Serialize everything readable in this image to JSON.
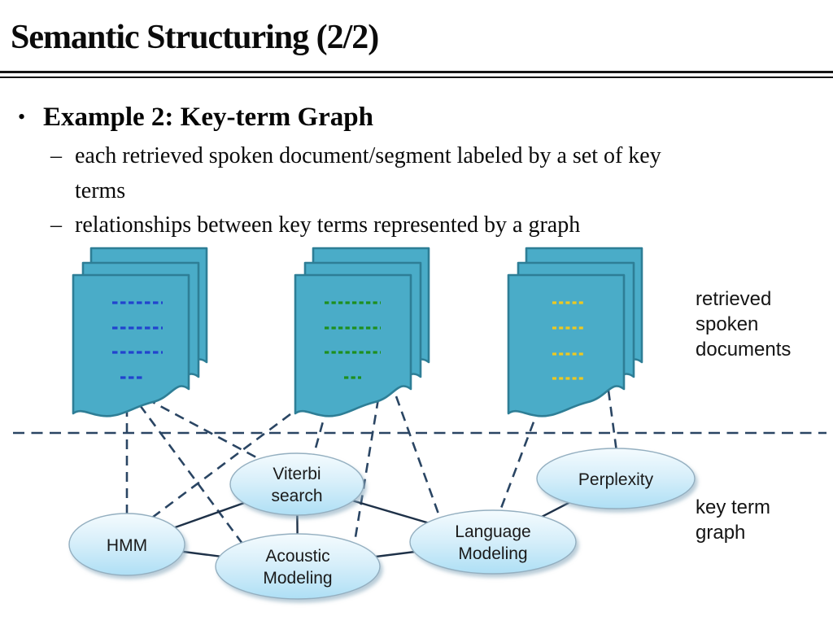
{
  "slide": {
    "title": "Semantic Structuring (2/2)",
    "bullets": {
      "marker": "•",
      "heading": "Example 2: Key-term Graph",
      "sub_marker": "–",
      "items": [
        "each retrieved spoken document/segment labeled by a set of key\nterms",
        "relationships between key terms represented by a graph"
      ]
    }
  },
  "diagram": {
    "side_labels": {
      "documents": "retrieved\nspoken\ndocuments",
      "graph": "key term\ngraph"
    },
    "document_stacks": [
      {
        "id": "doc-1",
        "pages": 3,
        "keyterm_line_color": "#2243CE",
        "keyterm_rows": 4
      },
      {
        "id": "doc-2",
        "pages": 3,
        "keyterm_line_color": "#1E8F1E",
        "keyterm_rows": 4
      },
      {
        "id": "doc-3",
        "pages": 3,
        "keyterm_line_color": "#EEC920",
        "keyterm_rows": 4
      }
    ],
    "nodes": {
      "hmm": {
        "label": "HMM"
      },
      "viterbi": {
        "line1": "Viterbi",
        "line2": "search"
      },
      "acoustic": {
        "line1": "Acoustic",
        "line2": "Modeling"
      },
      "language": {
        "line1": "Language",
        "line2": "Modeling"
      },
      "perplexity": {
        "label": "Perplexity"
      }
    },
    "doc_to_term_edges": [
      [
        "doc-1",
        "HMM"
      ],
      [
        "doc-1",
        "Viterbi search"
      ],
      [
        "doc-1",
        "Acoustic Modeling"
      ],
      [
        "doc-2",
        "HMM"
      ],
      [
        "doc-2",
        "Viterbi search"
      ],
      [
        "doc-2",
        "Acoustic Modeling"
      ],
      [
        "doc-2",
        "Language Modeling"
      ],
      [
        "doc-3",
        "Language Modeling"
      ],
      [
        "doc-3",
        "Perplexity"
      ]
    ],
    "term_to_term_edges": [
      [
        "HMM",
        "Viterbi search"
      ],
      [
        "HMM",
        "Acoustic Modeling"
      ],
      [
        "Viterbi search",
        "Acoustic Modeling"
      ],
      [
        "Viterbi search",
        "Language Modeling"
      ],
      [
        "Acoustic Modeling",
        "Language Modeling"
      ],
      [
        "Language Modeling",
        "Perplexity"
      ]
    ],
    "colors": {
      "document_fill": "#4AACC8",
      "document_border": "#2E7E96",
      "dashed_connector": "#2A4563",
      "solid_edge": "#1E3148",
      "node_fill_top": "#F4FBFE",
      "node_fill_bottom": "#AEDFF5",
      "node_border": "#94AFC0"
    }
  }
}
